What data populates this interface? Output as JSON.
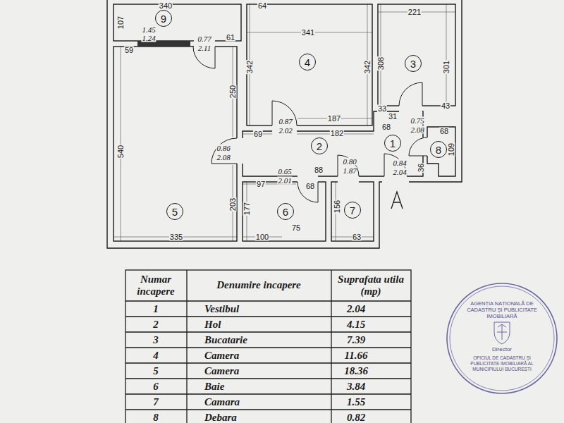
{
  "diagram": {
    "nodes": [
      {
        "text": [
          "9"
        ]
      },
      {
        "text": [
          "4"
        ]
      },
      {
        "text": [
          "3"
        ]
      },
      {
        "text": [
          "2"
        ]
      },
      {
        "text": [
          "1"
        ]
      },
      {
        "text": [
          "8"
        ]
      },
      {
        "text": [
          "5"
        ]
      },
      {
        "text": [
          "6"
        ]
      },
      {
        "text": [
          "7"
        ]
      },
      {
        "text": [
          "AGENȚIA NAȚIONALĂ DE CADASTRU ȘI PUBLICITATE IMOBILIARĂ",
          "OFICIUL DE CADASTRU ȘI PUBLICITATE IMOBILIARĂ AL MUNICIPIULUI BUCUREȘTI",
          "Director"
        ]
      }
    ],
    "labels": [
      "340",
      "107",
      "64",
      "221",
      "1.45",
      "1.24",
      "0.77",
      "2.11",
      "61",
      "59",
      "341",
      "342",
      "342",
      "308",
      "301",
      "250",
      "540",
      "187",
      "33",
      "31",
      "43",
      "0.87",
      "2.02",
      "0.75",
      "2.08",
      "68",
      "69",
      "182",
      "68",
      "109",
      "0.86",
      "2.08",
      "36",
      "0.84",
      "2.04",
      "0.65",
      "2.01",
      "88",
      "0.80",
      "1.87",
      "97",
      "68",
      "203",
      "177",
      "156",
      "335",
      "100",
      "75",
      "63",
      "Numar incapere",
      "Denumire incapere",
      "Suprafata utila (mp)",
      "1",
      "Vestibul",
      "2.04",
      "2",
      "Hol",
      "4.15",
      "3",
      "Bucatarie",
      "7.39",
      "4",
      "Camera",
      "11.66",
      "5",
      "Camera",
      "18.36",
      "6",
      "Baie",
      "3.84",
      "7",
      "Camara",
      "1.55",
      "8",
      "Debara",
      "0.82"
    ]
  }
}
